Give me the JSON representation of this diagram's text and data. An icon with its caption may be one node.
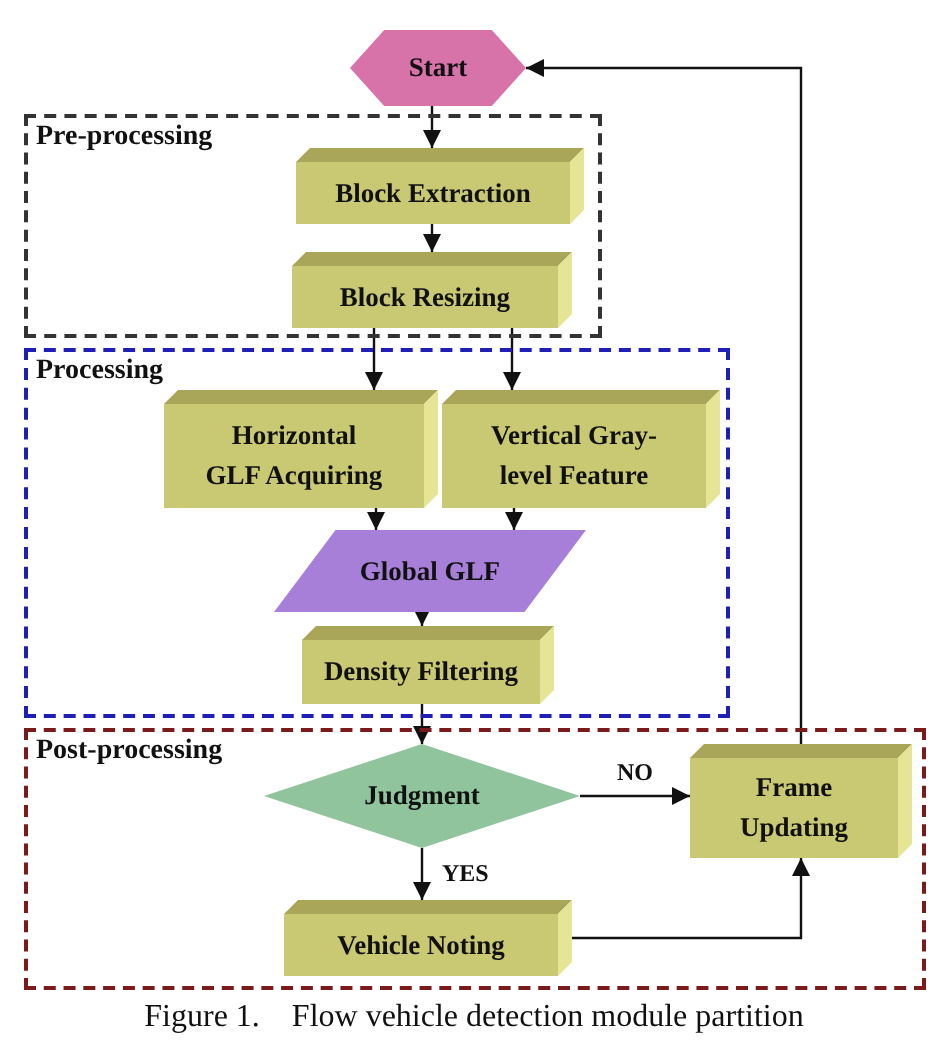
{
  "diagram": {
    "caption": "Figure 1.    Flow vehicle detection module partition",
    "nodes": [
      {
        "text": [
          "Start"
        ]
      },
      {
        "text": [
          "Pre-processing"
        ]
      },
      {
        "text": [
          "Block Extraction"
        ],
        "in": 1
      },
      {
        "text": [
          "Block Resizing"
        ],
        "in": 1
      },
      {
        "text": [
          "Processing"
        ]
      },
      {
        "text": [
          "Horizontal GLF Acquiring"
        ],
        "in": 4
      },
      {
        "text": [
          "Vertical Gray-level Feature"
        ],
        "in": 4
      },
      {
        "text": [
          "Global GLF"
        ],
        "in": 4
      },
      {
        "text": [
          "Density Filtering"
        ],
        "in": 4
      },
      {
        "text": [
          "Post-processing"
        ]
      },
      {
        "text": [
          "Judgment"
        ],
        "in": 9
      },
      {
        "text": [
          "Frame Updating"
        ],
        "in": 9
      },
      {
        "text": [
          "Vehicle Noting"
        ],
        "in": 9
      }
    ],
    "edges": [
      {
        "from": 0,
        "to": 2,
        "arrow": "to"
      },
      {
        "from": 2,
        "to": 3,
        "arrow": "to"
      },
      {
        "from": 3,
        "to": 5,
        "arrow": "to"
      },
      {
        "from": 3,
        "to": 6,
        "arrow": "to"
      },
      {
        "from": 5,
        "to": 7,
        "arrow": "to"
      },
      {
        "from": 6,
        "to": 7,
        "arrow": "to"
      },
      {
        "from": 7,
        "to": 8,
        "arrow": "to"
      },
      {
        "from": 8,
        "to": 10,
        "arrow": "to"
      },
      {
        "from": 10,
        "to": 11,
        "arrow": "to",
        "label": "NO"
      },
      {
        "from": 10,
        "to": 12,
        "arrow": "to",
        "label": "YES"
      },
      {
        "from": 12,
        "to": 11,
        "arrow": "to"
      },
      {
        "from": 11,
        "to": 0,
        "arrow": "to"
      }
    ]
  }
}
